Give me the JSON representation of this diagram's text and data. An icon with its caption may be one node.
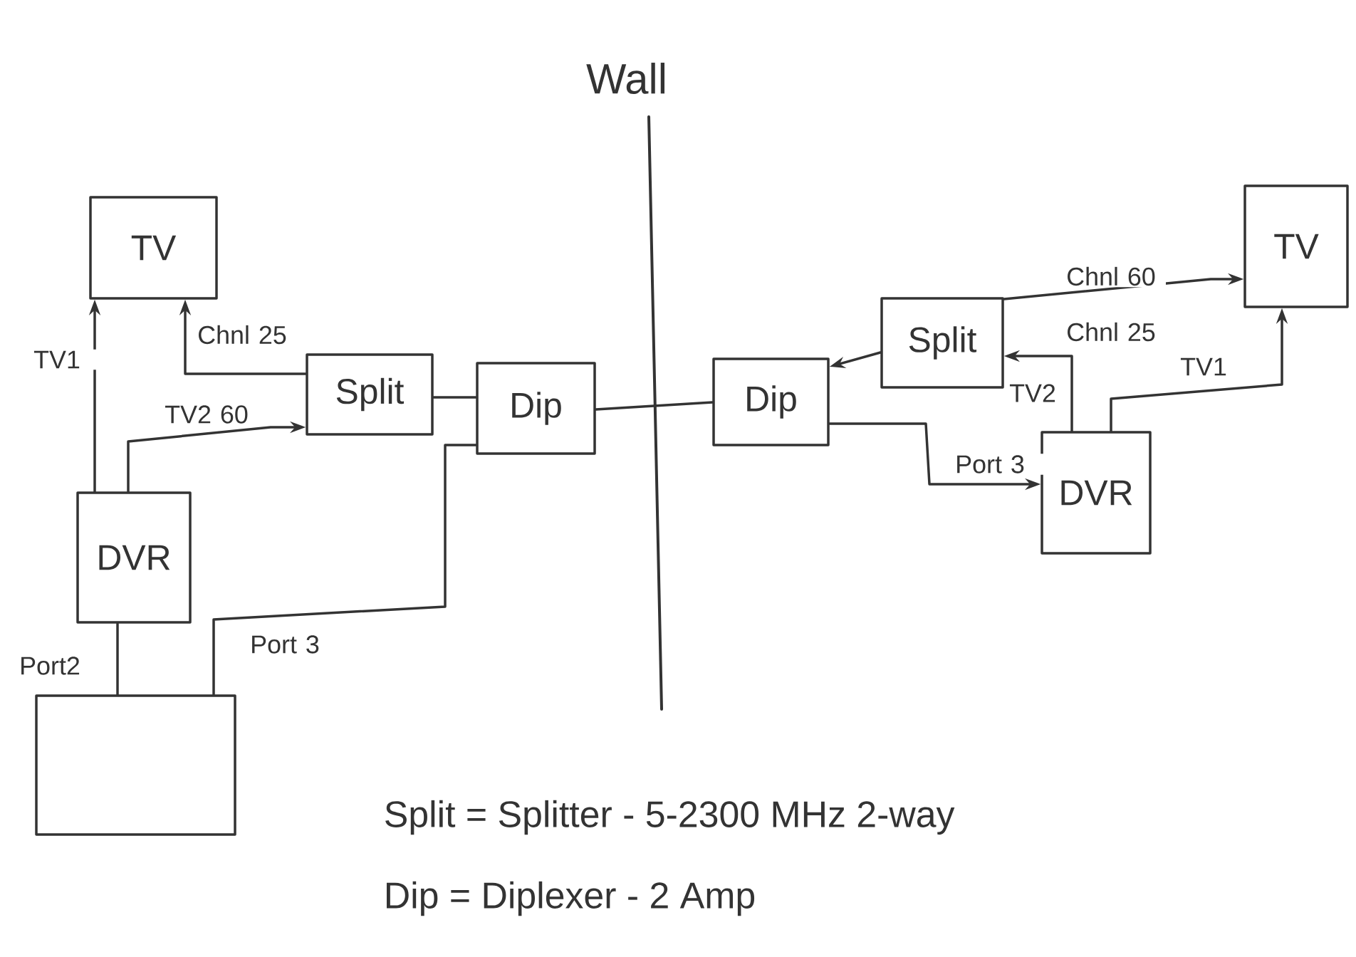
{
  "diagram": {
    "nodes": [
      {
        "text": [
          "TV"
        ]
      },
      {
        "text": [
          "Split"
        ]
      },
      {
        "text": [
          "Dip"
        ]
      },
      {
        "text": [
          "DVR"
        ]
      },
      {
        "text": [],
        "shape": "box"
      },
      {
        "text": [
          "Dip"
        ]
      },
      {
        "text": [
          "Split"
        ]
      },
      {
        "text": [
          "TV"
        ]
      },
      {
        "text": [
          "DVR"
        ]
      }
    ],
    "edges": [
      {
        "from": 3,
        "to": 0,
        "arrow": "to",
        "label": "TV1"
      },
      {
        "from": 1,
        "to": 0,
        "arrow": "to",
        "label": "Chnl 25"
      },
      {
        "from": 3,
        "to": 1,
        "arrow": "to",
        "label": "TV2 60"
      },
      {
        "from": 1,
        "to": 2,
        "arrow": "none"
      },
      {
        "from": 2,
        "to": 4,
        "arrow": "none",
        "label": "Port 3"
      },
      {
        "from": 3,
        "to": 4,
        "arrow": "none",
        "label": "Port2"
      },
      {
        "from": 2,
        "to": 5,
        "arrow": "none"
      },
      {
        "from": 6,
        "to": 5,
        "arrow": "to"
      },
      {
        "from": 6,
        "to": 7,
        "arrow": "to",
        "label": "Chnl 60"
      },
      {
        "from": 8,
        "to": 6,
        "arrow": "to",
        "label": "Chnl 25"
      },
      {
        "from": 8,
        "to": 7,
        "arrow": "to",
        "label": "TV1"
      },
      {
        "from": 5,
        "to": 8,
        "arrow": "to",
        "label": "Port 3"
      }
    ],
    "labels": [
      "Wall",
      "TV2",
      "Split = Splitter - 5-2300 MHz 2-way",
      "Dip = Diplexer - 2 Amp"
    ]
  }
}
